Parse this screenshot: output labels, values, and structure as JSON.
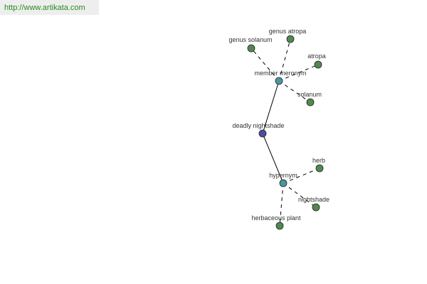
{
  "source_link": "http://www.artikata.com",
  "colors": {
    "center_node": "#4a4ea0",
    "relation_node": "#4a96a0",
    "leaf_node": "#4f8a4f",
    "edge": "#000000",
    "link_text": "#2a8a1e"
  },
  "nodes": {
    "center": "deadly nightshade",
    "member_meronym": "member meronym",
    "hypernym": "hypernym",
    "genus_solanum": "genus solanum",
    "genus_atropa": "genus atropa",
    "atropa": "atropa",
    "solanum": "solanum",
    "herb": "herb",
    "nightshade": "nightshade",
    "herbaceous_plant": "herbaceous plant"
  },
  "edges": [
    {
      "from": "center",
      "to": "member_meronym",
      "style": "solid"
    },
    {
      "from": "center",
      "to": "hypernym",
      "style": "solid"
    },
    {
      "from": "member_meronym",
      "to": "genus_solanum",
      "style": "dashed"
    },
    {
      "from": "member_meronym",
      "to": "genus_atropa",
      "style": "dashed"
    },
    {
      "from": "member_meronym",
      "to": "atropa",
      "style": "dashed"
    },
    {
      "from": "member_meronym",
      "to": "solanum",
      "style": "dashed"
    },
    {
      "from": "hypernym",
      "to": "herb",
      "style": "dashed"
    },
    {
      "from": "hypernym",
      "to": "nightshade",
      "style": "dashed"
    },
    {
      "from": "hypernym",
      "to": "herbaceous_plant",
      "style": "dashed"
    }
  ]
}
